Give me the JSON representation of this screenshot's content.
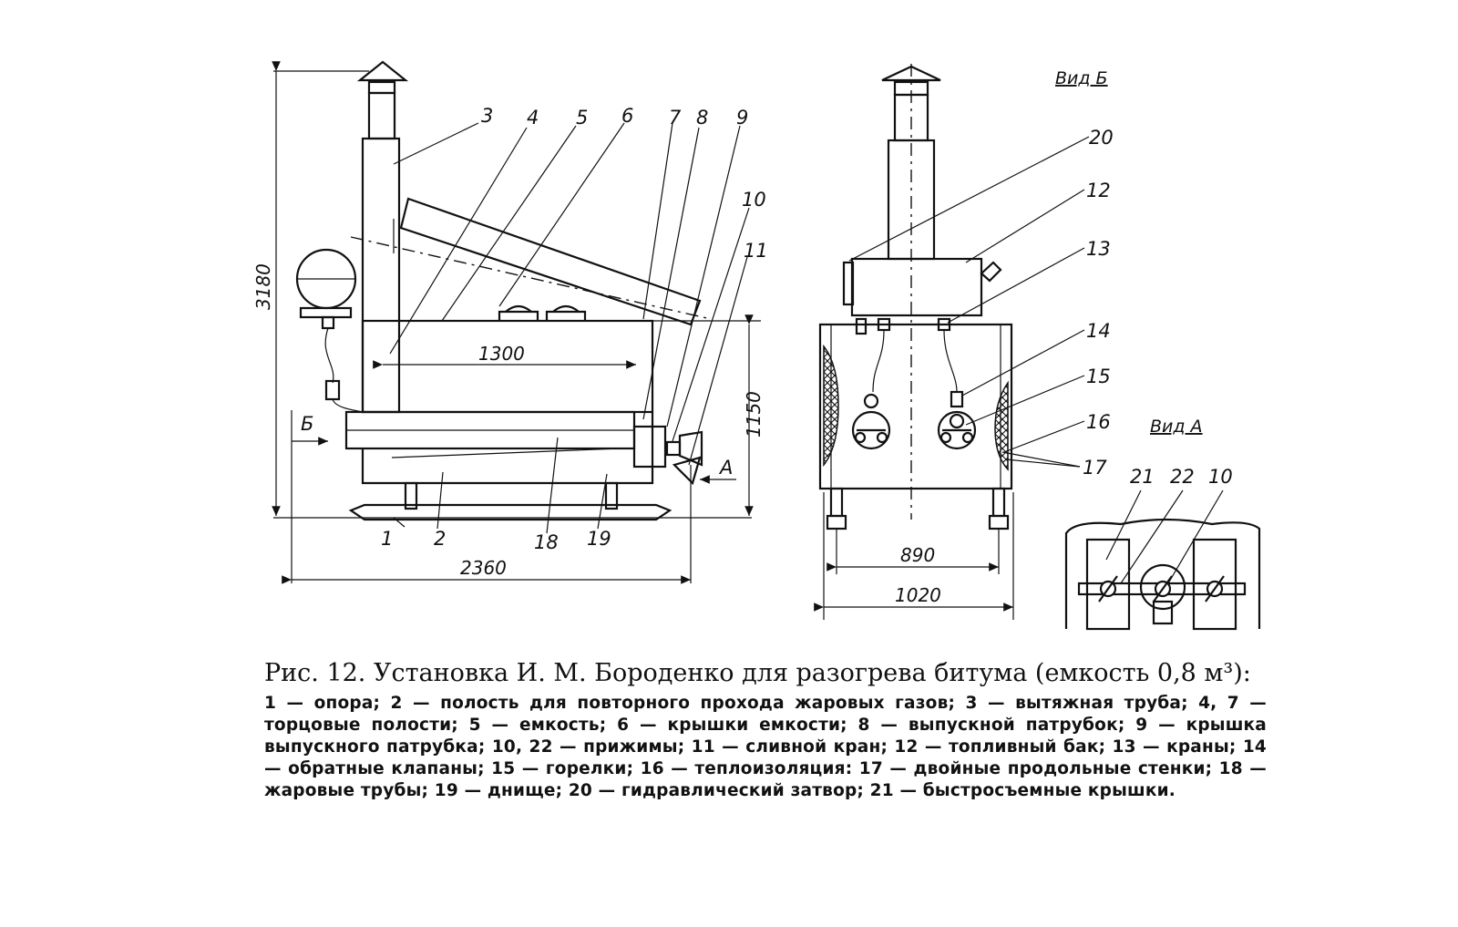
{
  "callouts": {
    "c1": "1",
    "c2": "2",
    "c3": "3",
    "c4": "4",
    "c5": "5",
    "c6": "6",
    "c7": "7",
    "c8": "8",
    "c9": "9",
    "c10": "10",
    "c11": "11",
    "c12": "12",
    "c13": "13",
    "c14": "14",
    "c15": "15",
    "c16": "16",
    "c17": "17",
    "c18": "18",
    "c19": "19",
    "c20": "20",
    "c21": "21",
    "c22": "22",
    "c10b": "10"
  },
  "dimensions": {
    "height_total": "3180",
    "height_body": "1150",
    "length_tank": "1300",
    "length_total": "2360",
    "width_inner": "890",
    "width_outer": "1020"
  },
  "view_marks": {
    "arrow_b": "Б",
    "arrow_a": "А",
    "view_b": "Вид Б",
    "view_a": "Вид А"
  },
  "caption": {
    "title": "Рис. 12. Установка И. М. Бороденко для разогрева битума (емкость 0,8 м³):",
    "legend": "1 — опора; 2 — полость для повторного прохода жаровых газов; 3 — вытяжная труба; 4, 7 — торцовые полости; 5 — емкость; 6 — крышки емкости; 8 — выпускной патрубок; 9 — крышка выпускного патрубка; 10, 22 — прижимы; 11 — сливной кран; 12 — топливный бак; 13 — краны; 14 — обратные клапаны; 15 — горелки; 16 — теплоизоляция: 17 — двойные продольные стенки; 18 — жаровые трубы; 19 — днище; 20 — гидравлический затвор; 21 — быстросъемные крышки."
  }
}
